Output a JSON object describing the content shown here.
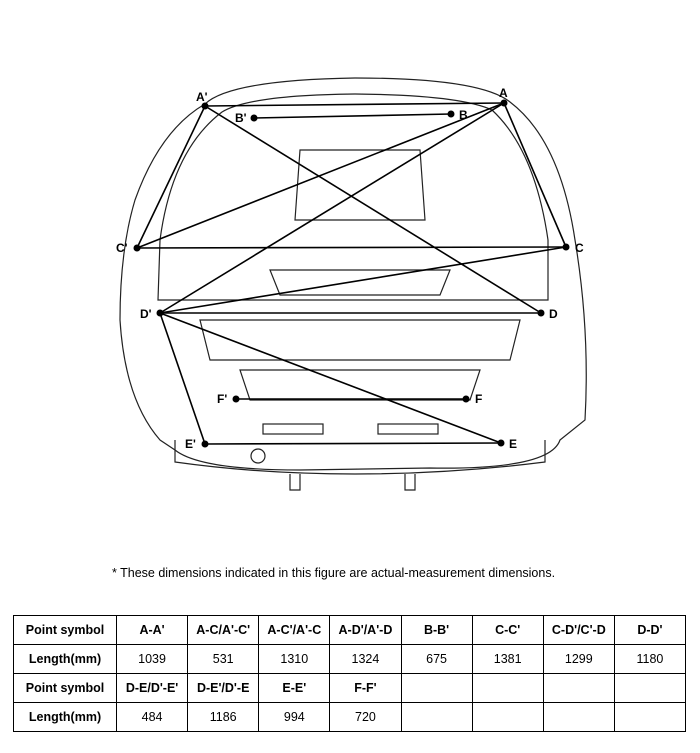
{
  "points": [
    {
      "id": "A_",
      "label": "A'"
    },
    {
      "id": "A",
      "label": "A"
    },
    {
      "id": "B_",
      "label": "B'"
    },
    {
      "id": "B",
      "label": "B"
    },
    {
      "id": "C_",
      "label": "C'"
    },
    {
      "id": "C",
      "label": "C"
    },
    {
      "id": "D_",
      "label": "D'"
    },
    {
      "id": "D",
      "label": "D"
    },
    {
      "id": "E_",
      "label": "E'"
    },
    {
      "id": "E",
      "label": "E"
    },
    {
      "id": "F_",
      "label": "F'"
    },
    {
      "id": "F",
      "label": "F"
    }
  ],
  "note": "*  These dimensions indicated in this figure are actual-measurement dimensions.",
  "table": {
    "rows": [
      {
        "cells": [
          "Point symbol",
          "A-A'",
          "A-C/A'-C'",
          "A-C'/A'-C",
          "A-D'/A'-D",
          "B-B'",
          "C-C'",
          "C-D'/C'-D",
          "D-D'"
        ],
        "header": true
      },
      {
        "cells": [
          "Length(mm)",
          "1039",
          "531",
          "1310",
          "1324",
          "675",
          "1381",
          "1299",
          "1180"
        ],
        "header": false
      },
      {
        "cells": [
          "Point symbol",
          "D-E/D'-E'",
          "D-E'/D'-E",
          "E-E'",
          "F-F'",
          "",
          "",
          "",
          ""
        ],
        "header": true
      },
      {
        "cells": [
          "Length(mm)",
          "484",
          "1186",
          "994",
          "720",
          "",
          "",
          "",
          ""
        ],
        "header": false
      }
    ]
  }
}
